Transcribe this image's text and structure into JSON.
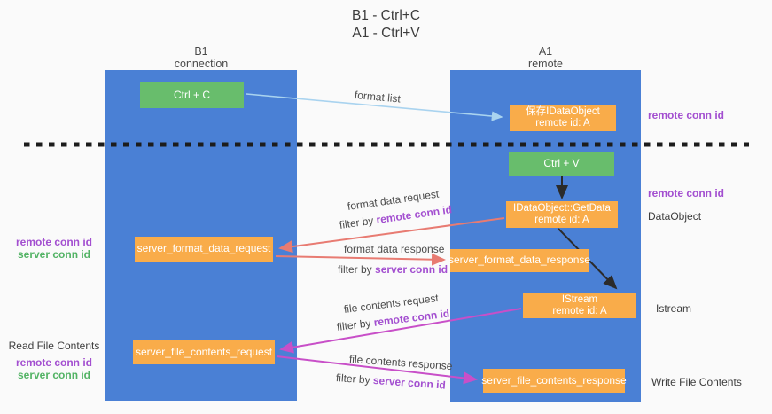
{
  "title": {
    "line1": "B1 - Ctrl+C",
    "line2": "A1 - Ctrl+V"
  },
  "lanes": {
    "left": {
      "name": "B1",
      "role": "connection"
    },
    "right": {
      "name": "A1",
      "role": "remote"
    }
  },
  "nodes": {
    "ctrl_c": {
      "label": "Ctrl + C"
    },
    "save_idataobject": {
      "line1": "保存IDataObject",
      "line2": "remote id: A"
    },
    "ctrl_v": {
      "label": "Ctrl + V"
    },
    "getdata": {
      "line1": "IDataObject::GetData",
      "line2": "remote id: A"
    },
    "format_request": {
      "label": "server_format_data_request"
    },
    "format_response": {
      "label": "server_format_data_response"
    },
    "istream": {
      "line1": "IStream",
      "line2": "remote id: A"
    },
    "file_request": {
      "label": "server_file_contents_request"
    },
    "file_response": {
      "label": "server_file_contents_response"
    }
  },
  "flow_labels": {
    "format_list": "format list",
    "format_data_request": "format data request",
    "format_data_response": "format data response",
    "file_contents_request": "file contents request",
    "file_contents_response": "file contents response",
    "filter_by": "filter by ",
    "remote_conn_id": "remote conn id",
    "server_conn_id": "server conn id"
  },
  "side_labels": {
    "right_remote_conn_id_1": "remote conn id",
    "right_remote_conn_id_2": "remote conn id",
    "dataobject": "DataObject",
    "istream": "Istream",
    "write_file_contents": "Write File Contents",
    "left_remote_conn_id_1": "remote conn id",
    "left_server_conn_id_1": "server conn id",
    "read_file_contents": "Read File Contents",
    "left_remote_conn_id_2": "remote conn id",
    "left_server_conn_id_2": "server conn id"
  },
  "colors": {
    "lane_blue": "#4a80d5",
    "node_orange": "#f9ac4a",
    "node_green": "#68bd6c",
    "arrow_salmon": "#e87b72",
    "arrow_magenta": "#c84fc8",
    "arrow_light_blue": "#a9d3ef",
    "arrow_black": "#2b2b2b",
    "text_purple": "#a34fd0",
    "text_green": "#53b365",
    "background": "#fafafa"
  }
}
